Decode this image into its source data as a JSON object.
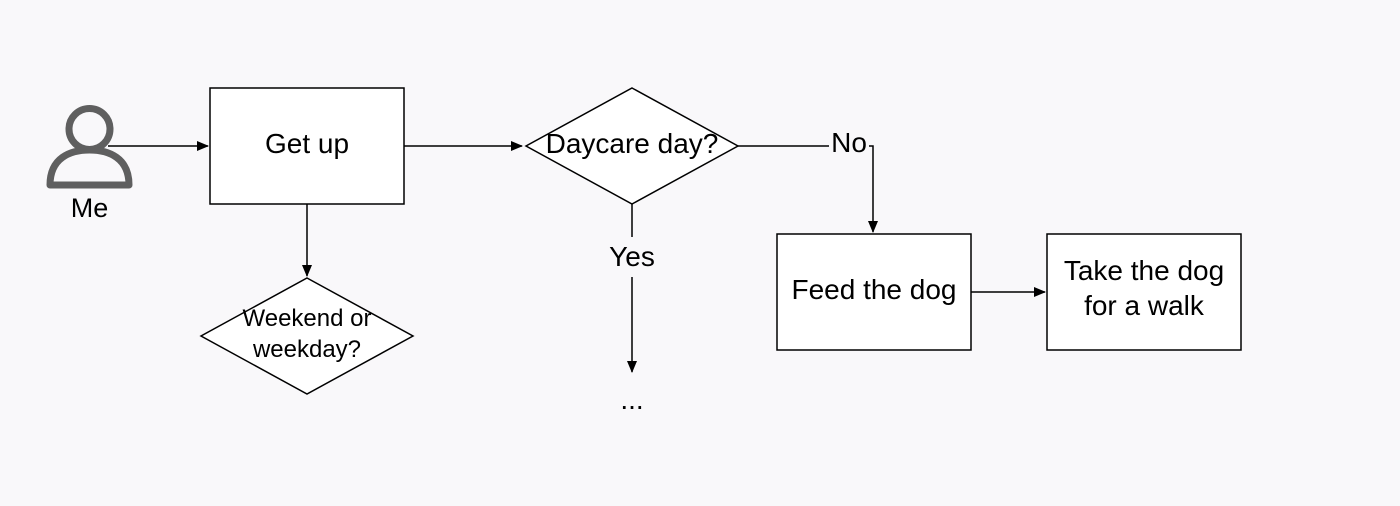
{
  "actor": {
    "label": "Me",
    "icon": "person-icon"
  },
  "nodes": {
    "get_up": {
      "label": "Get up",
      "shape": "rectangle"
    },
    "weekend_decision": {
      "lines": [
        "Weekend or",
        "weekday?"
      ],
      "shape": "diamond"
    },
    "daycare_decision": {
      "label": "Daycare day?",
      "shape": "diamond"
    },
    "feed_dog": {
      "label": "Feed the dog",
      "shape": "rectangle"
    },
    "walk_dog": {
      "lines": [
        "Take the dog",
        "for a walk"
      ],
      "shape": "rectangle"
    },
    "continuation": {
      "label": "..."
    }
  },
  "edges": {
    "daycare_no": {
      "label": "No"
    },
    "daycare_yes": {
      "label": "Yes"
    }
  },
  "colors": {
    "background": "#f9f8fa",
    "stroke": "#000000",
    "node_fill": "#ffffff",
    "icon": "#5f5f5f"
  }
}
